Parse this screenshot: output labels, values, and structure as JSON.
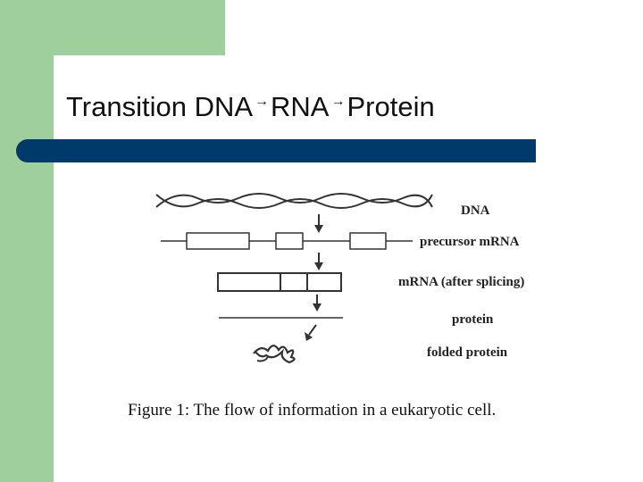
{
  "slide": {
    "title_parts": [
      "Transition DNA",
      "RNA",
      "Protein"
    ],
    "arrow_glyph": "→",
    "colors": {
      "green": "#9fcf9c",
      "bar": "#003a6b"
    }
  },
  "diagram": {
    "labels": {
      "dna": "DNA",
      "precursor": "precursor mRNA",
      "mrna": "mRNA (after splicing)",
      "protein": "protein",
      "folded": "folded protein"
    },
    "caption": "Figure 1: The flow of information in a eukaryotic cell."
  }
}
